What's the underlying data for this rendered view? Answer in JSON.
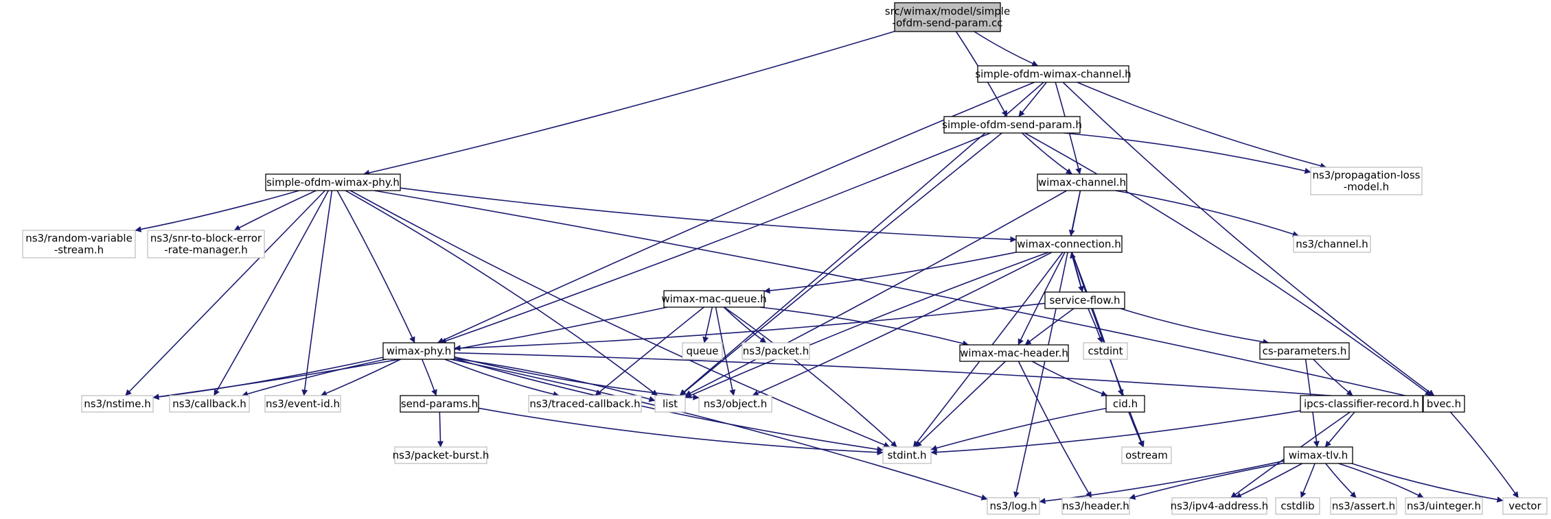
{
  "graph": {
    "colors": {
      "edge": "#191970",
      "root_fill": "#bfbfbf",
      "include_border": "#000000",
      "system_border": "#bfbfbf"
    },
    "nodes": [
      {
        "id": "root",
        "lines": [
          "src/wimax/model/simple",
          "-ofdm-send-param.cc"
        ],
        "kind": "root"
      },
      {
        "id": "channel_h",
        "lines": [
          "simple-ofdm-wimax-channel.h"
        ],
        "kind": "include"
      },
      {
        "id": "sendparam_h",
        "lines": [
          "simple-ofdm-send-param.h"
        ],
        "kind": "include"
      },
      {
        "id": "phy_h",
        "lines": [
          "simple-ofdm-wimax-phy.h"
        ],
        "kind": "include"
      },
      {
        "id": "propagation",
        "lines": [
          "ns3/propagation-loss",
          "-model.h"
        ],
        "kind": "system"
      },
      {
        "id": "wimaxchannel",
        "lines": [
          "wimax-channel.h"
        ],
        "kind": "include"
      },
      {
        "id": "randomvar",
        "lines": [
          "ns3/random-variable",
          "-stream.h"
        ],
        "kind": "system"
      },
      {
        "id": "snrtoblock",
        "lines": [
          "ns3/snr-to-block-error",
          "-rate-manager.h"
        ],
        "kind": "system"
      },
      {
        "id": "connection",
        "lines": [
          "wimax-connection.h"
        ],
        "kind": "include"
      },
      {
        "id": "ns3channel",
        "lines": [
          "ns3/channel.h"
        ],
        "kind": "system"
      },
      {
        "id": "macqueue",
        "lines": [
          "wimax-mac-queue.h"
        ],
        "kind": "include"
      },
      {
        "id": "serviceflow",
        "lines": [
          "service-flow.h"
        ],
        "kind": "include"
      },
      {
        "id": "queue",
        "lines": [
          "queue"
        ],
        "kind": "system"
      },
      {
        "id": "packet",
        "lines": [
          "ns3/packet.h"
        ],
        "kind": "system"
      },
      {
        "id": "cstdint",
        "lines": [
          "cstdint"
        ],
        "kind": "system"
      },
      {
        "id": "csparams",
        "lines": [
          "cs-parameters.h"
        ],
        "kind": "include"
      },
      {
        "id": "wimaxphy",
        "lines": [
          "wimax-phy.h"
        ],
        "kind": "include"
      },
      {
        "id": "macheader",
        "lines": [
          "wimax-mac-header.h"
        ],
        "kind": "include"
      },
      {
        "id": "nstime",
        "lines": [
          "ns3/nstime.h"
        ],
        "kind": "system"
      },
      {
        "id": "callback",
        "lines": [
          "ns3/callback.h"
        ],
        "kind": "system"
      },
      {
        "id": "eventid",
        "lines": [
          "ns3/event-id.h"
        ],
        "kind": "system"
      },
      {
        "id": "sendparams",
        "lines": [
          "send-params.h"
        ],
        "kind": "include"
      },
      {
        "id": "tracedcb",
        "lines": [
          "ns3/traced-callback.h"
        ],
        "kind": "system"
      },
      {
        "id": "list",
        "lines": [
          "list"
        ],
        "kind": "system"
      },
      {
        "id": "object",
        "lines": [
          "ns3/object.h"
        ],
        "kind": "system"
      },
      {
        "id": "cid",
        "lines": [
          "cid.h"
        ],
        "kind": "include"
      },
      {
        "id": "ipcs",
        "lines": [
          "ipcs-classifier-record.h"
        ],
        "kind": "include"
      },
      {
        "id": "bvec",
        "lines": [
          "bvec.h"
        ],
        "kind": "include"
      },
      {
        "id": "packetburst",
        "lines": [
          "ns3/packet-burst.h"
        ],
        "kind": "system"
      },
      {
        "id": "stdint",
        "lines": [
          "stdint.h"
        ],
        "kind": "system"
      },
      {
        "id": "ostream",
        "lines": [
          "ostream"
        ],
        "kind": "system"
      },
      {
        "id": "tlv",
        "lines": [
          "wimax-tlv.h"
        ],
        "kind": "include"
      },
      {
        "id": "log",
        "lines": [
          "ns3/log.h"
        ],
        "kind": "system"
      },
      {
        "id": "header",
        "lines": [
          "ns3/header.h"
        ],
        "kind": "system"
      },
      {
        "id": "ipv4",
        "lines": [
          "ns3/ipv4-address.h"
        ],
        "kind": "system"
      },
      {
        "id": "cstdlib",
        "lines": [
          "cstdlib"
        ],
        "kind": "system"
      },
      {
        "id": "assert",
        "lines": [
          "ns3/assert.h"
        ],
        "kind": "system"
      },
      {
        "id": "uinteger",
        "lines": [
          "ns3/uinteger.h"
        ],
        "kind": "system"
      },
      {
        "id": "vector",
        "lines": [
          "vector"
        ],
        "kind": "system"
      }
    ],
    "edges": [
      [
        "root",
        "channel_h"
      ],
      [
        "root",
        "sendparam_h"
      ],
      [
        "root",
        "phy_h"
      ],
      [
        "channel_h",
        "sendparam_h"
      ],
      [
        "channel_h",
        "propagation"
      ],
      [
        "channel_h",
        "wimaxchannel"
      ],
      [
        "channel_h",
        "bvec"
      ],
      [
        "channel_h",
        "wimaxphy"
      ],
      [
        "channel_h",
        "list"
      ],
      [
        "sendparam_h",
        "propagation"
      ],
      [
        "sendparam_h",
        "wimaxchannel"
      ],
      [
        "sendparam_h",
        "bvec"
      ],
      [
        "sendparam_h",
        "wimaxphy"
      ],
      [
        "sendparam_h",
        "list"
      ],
      [
        "phy_h",
        "randomvar"
      ],
      [
        "phy_h",
        "snrtoblock"
      ],
      [
        "phy_h",
        "connection"
      ],
      [
        "phy_h",
        "wimaxphy"
      ],
      [
        "phy_h",
        "nstime"
      ],
      [
        "phy_h",
        "callback"
      ],
      [
        "phy_h",
        "eventid"
      ],
      [
        "phy_h",
        "list"
      ],
      [
        "phy_h",
        "stdint"
      ],
      [
        "phy_h",
        "bvec"
      ],
      [
        "wimaxchannel",
        "connection"
      ],
      [
        "wimaxchannel",
        "ns3channel"
      ],
      [
        "wimaxchannel",
        "list"
      ],
      [
        "wimaxchannel",
        "log"
      ],
      [
        "connection",
        "macqueue"
      ],
      [
        "connection",
        "serviceflow"
      ],
      [
        "connection",
        "macheader"
      ],
      [
        "connection",
        "cid"
      ],
      [
        "connection",
        "object"
      ],
      [
        "connection",
        "stdint"
      ],
      [
        "connection",
        "ostream"
      ],
      [
        "connection",
        "list"
      ],
      [
        "serviceflow",
        "connection"
      ],
      [
        "serviceflow",
        "cstdint"
      ],
      [
        "serviceflow",
        "csparams"
      ],
      [
        "serviceflow",
        "macheader"
      ],
      [
        "serviceflow",
        "wimaxphy"
      ],
      [
        "macqueue",
        "queue"
      ],
      [
        "macqueue",
        "packet"
      ],
      [
        "macqueue",
        "macheader"
      ],
      [
        "macqueue",
        "object"
      ],
      [
        "macqueue",
        "tracedcb"
      ],
      [
        "macqueue",
        "nstime"
      ],
      [
        "macqueue",
        "stdint"
      ],
      [
        "csparams",
        "ipcs"
      ],
      [
        "csparams",
        "tlv"
      ],
      [
        "wimaxphy",
        "nstime"
      ],
      [
        "wimaxphy",
        "callback"
      ],
      [
        "wimaxphy",
        "eventid"
      ],
      [
        "wimaxphy",
        "sendparams"
      ],
      [
        "wimaxphy",
        "tracedcb"
      ],
      [
        "wimaxphy",
        "list"
      ],
      [
        "wimaxphy",
        "object"
      ],
      [
        "wimaxphy",
        "bvec"
      ],
      [
        "wimaxphy",
        "stdint"
      ],
      [
        "wimaxphy",
        "log"
      ],
      [
        "macheader",
        "cid"
      ],
      [
        "macheader",
        "stdint"
      ],
      [
        "macheader",
        "header"
      ],
      [
        "sendparams",
        "packetburst"
      ],
      [
        "sendparams",
        "stdint"
      ],
      [
        "cid",
        "stdint"
      ],
      [
        "cid",
        "ostream"
      ],
      [
        "ipcs",
        "tlv"
      ],
      [
        "ipcs",
        "stdint"
      ],
      [
        "ipcs",
        "ipv4"
      ],
      [
        "tlv",
        "log"
      ],
      [
        "tlv",
        "header"
      ],
      [
        "tlv",
        "ipv4"
      ],
      [
        "tlv",
        "cstdlib"
      ],
      [
        "tlv",
        "assert"
      ],
      [
        "tlv",
        "uinteger"
      ],
      [
        "tlv",
        "vector"
      ],
      [
        "bvec",
        "vector"
      ]
    ]
  }
}
